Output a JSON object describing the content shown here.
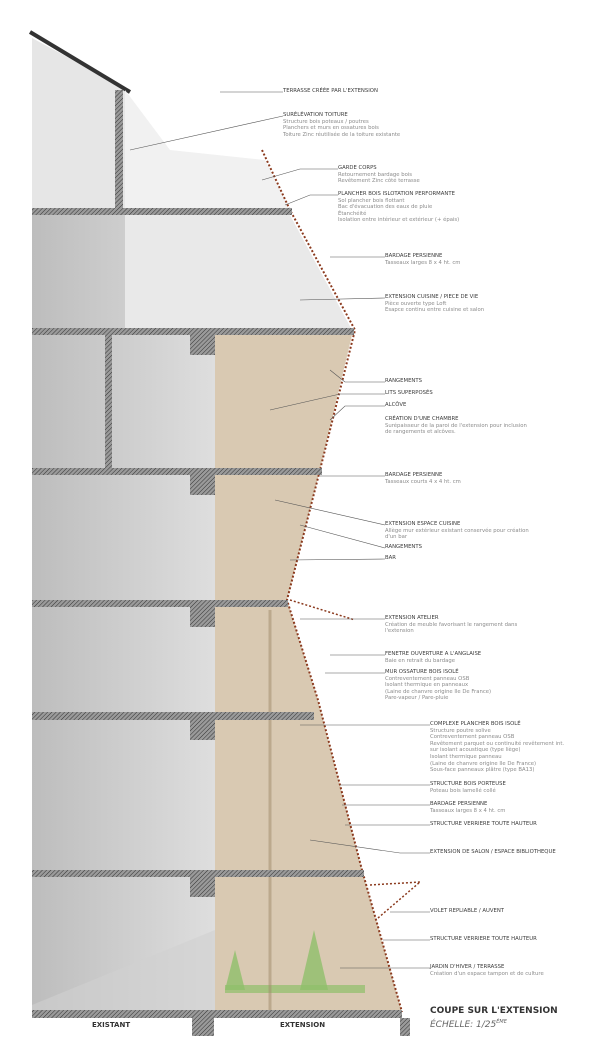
{
  "annotations": [
    {
      "title": "Terrasse créée par l'extension",
      "body": []
    },
    {
      "title": "Surélévation toiture",
      "body": [
        "Structure bois poteaux / poutres",
        "Planchers et murs en ossatures bois",
        "Toiture Zinc réutilisée de la toiture existante"
      ]
    },
    {
      "title": "Garde corps",
      "body": [
        "Retournement bardage bois",
        "Revêtement Zinc côté terrasse"
      ]
    },
    {
      "title": "Plancher bois islotation performante",
      "body": [
        "Sol plancher bois flottant",
        "Bac d'évacuation des eaux de pluie",
        "Étanchéité",
        "Isolation entre intérieur et extérieur (+ épais)"
      ]
    },
    {
      "title": "Bardage persienne",
      "body": [
        "Tasseaux larges 8 x 4 ht. cm"
      ]
    },
    {
      "title": "Extension cuisine / piece de vie",
      "body": [
        "Pièce ouverte type Loft",
        "Esapce continu entre cuisine et salon"
      ]
    },
    {
      "title": "Rangements",
      "body": []
    },
    {
      "title": "Lits superposés",
      "body": []
    },
    {
      "title": "Alcôve",
      "body": []
    },
    {
      "title": "Création d'une chambre",
      "body": [
        "Surépaisseur de la paroi de l'extension pour inclusion",
        "de rangements et alcôves."
      ]
    },
    {
      "title": "Bardage persienne",
      "body": [
        "Tasseaux courts 4 x 4 ht. cm"
      ]
    },
    {
      "title": "Extension espace cuisine",
      "body": [
        "Allège mur extérieur existant conservée pour création",
        "d'un bar"
      ]
    },
    {
      "title": "Rangements",
      "body": []
    },
    {
      "title": "Bar",
      "body": []
    },
    {
      "title": "Extension atelier",
      "body": [
        "Création de meuble favorisant le rangement dans",
        "l'extension"
      ]
    },
    {
      "title": "Fenetre ouverture a l'anglaise",
      "body": [
        "Baie en retrait du bardage"
      ]
    },
    {
      "title": "Mur ossature bois isolé",
      "body": [
        "Contreventement panneau OSB",
        "Isolant thermique en panneaux",
        "(Laine de chanvre origine Ile De France)",
        "Pare-vapeur / Pare-pluie"
      ]
    },
    {
      "title": "Complexe plancher bois isolé",
      "body": [
        "Structure poutre solive",
        "Contreventement panneau OSB",
        "Revêtement parquet ou continuité revêtement int.",
        "sur isolant acoustique (type liège)",
        "Isolant thermique panneau",
        "(Laine de chanvre origine Ile De France)",
        "Sous-face panneaux plâtre (type BA13)"
      ]
    },
    {
      "title": "Structure bois porteuse",
      "body": [
        "Poteau bois lamellé collé"
      ]
    },
    {
      "title": "Bardage persienne",
      "body": [
        "Tasseaux larges 8 x 4 ht. cm"
      ]
    },
    {
      "title": "Structure verriere toute hauteur",
      "body": []
    },
    {
      "title": "Extension de salon / espace bibliotheque",
      "body": []
    },
    {
      "title": "Volet repliable / auvent",
      "body": []
    },
    {
      "title": "Structure verriere toute hauteur",
      "body": []
    },
    {
      "title": "Jardin d'hiver / terrasse",
      "body": [
        "Création d'un espace tampon et de culture"
      ]
    }
  ],
  "caption": {
    "title": "COUPE SUR L'EXTENSION",
    "scale": "ÉCHELLE: 1/25",
    "scale_sup": "ÈME"
  },
  "zones": {
    "left": "EXISTANT",
    "right": "EXTENSION"
  },
  "colors": {
    "existing": "#c9c9c9",
    "extension": "#d9c9b2",
    "slab": "#555555",
    "cladding": "#8b3a1e",
    "plants": "#8fbf6a"
  }
}
